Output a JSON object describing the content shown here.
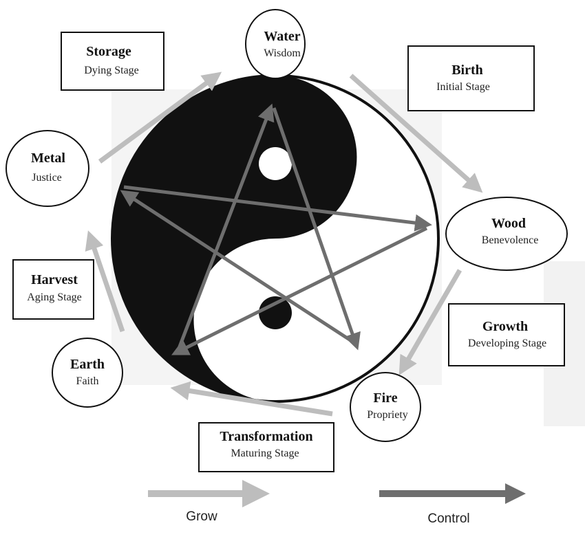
{
  "elements": [
    {
      "title": "Water",
      "quality": "Wisdom"
    },
    {
      "title": "Wood",
      "quality": "Benevolence"
    },
    {
      "title": "Fire",
      "quality": "Propriety"
    },
    {
      "title": "Earth",
      "quality": "Faith"
    },
    {
      "title": "Metal",
      "quality": "Justice"
    }
  ],
  "stages": [
    {
      "title": "Birth",
      "subtitle": "Initial Stage"
    },
    {
      "title": "Growth",
      "subtitle": "Developing Stage"
    },
    {
      "title": "Transformation",
      "subtitle": "Maturing Stage"
    },
    {
      "title": "Harvest",
      "subtitle": "Aging Stage"
    },
    {
      "title": "Storage",
      "subtitle": "Dying Stage"
    }
  ],
  "legend": {
    "grow": {
      "label": "Grow",
      "color": "#bdbdbd"
    },
    "control": {
      "label": "Control",
      "color": "#6e6e6e"
    }
  },
  "colors": {
    "yin": "#111111",
    "yang": "#ffffff",
    "grow_arrow": "#bdbdbd",
    "control_arrow": "#6e6e6e"
  }
}
